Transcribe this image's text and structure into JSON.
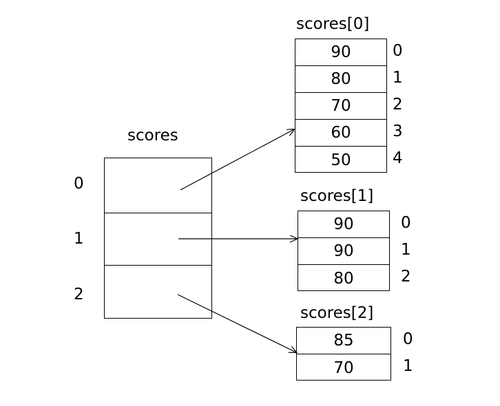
{
  "diagram": {
    "title_main": "scores",
    "main_array": {
      "label": "scores",
      "row_indices": [
        "0",
        "1",
        "2"
      ],
      "cells": [
        "",
        "",
        ""
      ]
    },
    "sub_arrays": [
      {
        "label": "scores[0]",
        "values": [
          "90",
          "80",
          "70",
          "60",
          "50"
        ],
        "indices": [
          "0",
          "1",
          "2",
          "3",
          "4"
        ]
      },
      {
        "label": "scores[1]",
        "values": [
          "90",
          "90",
          "80"
        ],
        "indices": [
          "0",
          "1",
          "2"
        ]
      },
      {
        "label": "scores[2]",
        "values": [
          "85",
          "70"
        ],
        "indices": [
          "0",
          "1"
        ]
      }
    ],
    "colors": {
      "stroke": "#000000",
      "background": "#ffffff",
      "text": "#000000"
    }
  }
}
